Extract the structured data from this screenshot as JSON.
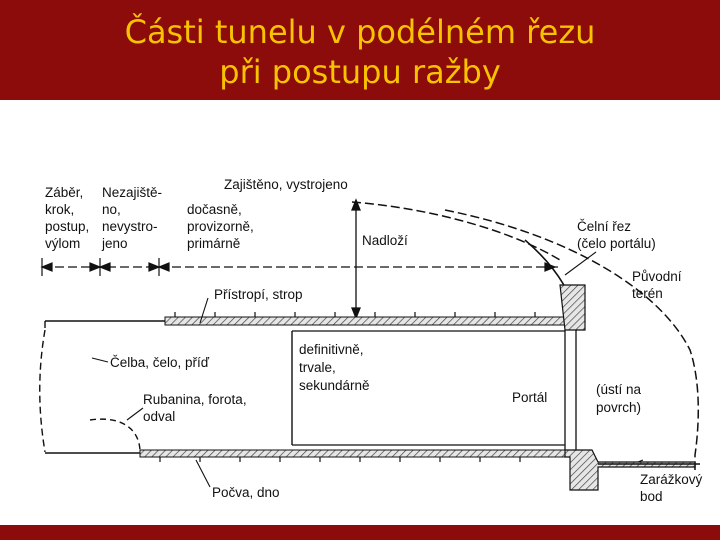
{
  "title": {
    "line1": "Části tunelu v podélném řezu",
    "line2": "při postupu ražby"
  },
  "labels": {
    "zaber": [
      "Záběr,",
      "krok,",
      "postup,",
      "výlom"
    ],
    "nezajisteno": [
      "Nezajiště-",
      "no,",
      "nevystro-",
      "jeno"
    ],
    "zajisteno": "Zajištěno, vystrojeno",
    "docasne": [
      "dočasně,",
      "provizorně,",
      "primárně"
    ],
    "nadlozi": "Nadloží",
    "celni_rez": [
      "Čelní řez",
      "(čelo portálu)"
    ],
    "puvodni_teren": [
      "Původní",
      "terén"
    ],
    "pristropi": "Přístropí, strop",
    "celba": "Čelba, čelo, příď",
    "definitivne": [
      "definitivně,",
      "trvale,",
      "sekundárně"
    ],
    "rubanina": [
      "Rubanina, forota,",
      "odval"
    ],
    "portal": "Portál",
    "usti": [
      "(ústí na",
      "povrch)"
    ],
    "pocva": "Počva, dno",
    "zarazkovy": [
      "Zarážkový",
      "bod"
    ]
  },
  "colors": {
    "title_bg": "#8c0b0b",
    "title_text": "#f7c200",
    "line": "#111111",
    "hatch_fill": "#d9d9d9"
  }
}
